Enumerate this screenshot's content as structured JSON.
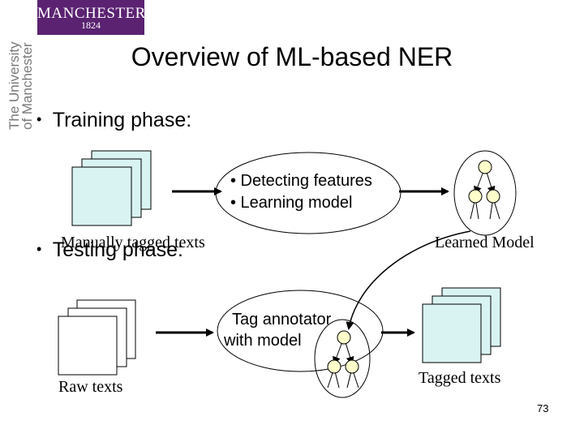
{
  "logo": {
    "wordmark": "MANCHESTER",
    "year": "1824",
    "side_text_line1": "The University",
    "side_text_line2": "of Manchester"
  },
  "title": "Overview of ML-based NER",
  "bullets": {
    "marker": "•",
    "training": "Training phase:",
    "testing": "Testing phase:"
  },
  "labels": {
    "manually_tagged": "Manually tagged texts",
    "feature_line1": "• Detecting features",
    "feature_line2": "• Learning model",
    "learned_model": "Learned Model",
    "tag_line1": "Tag annotator",
    "tag_line2": "with model",
    "raw_texts": "Raw texts",
    "tagged_texts": "Tagged texts"
  },
  "page_number": "73",
  "colors": {
    "logo_purple": "#5a2271",
    "document_fill": "#d9f2f2",
    "node_fill": "#ffffcc"
  }
}
